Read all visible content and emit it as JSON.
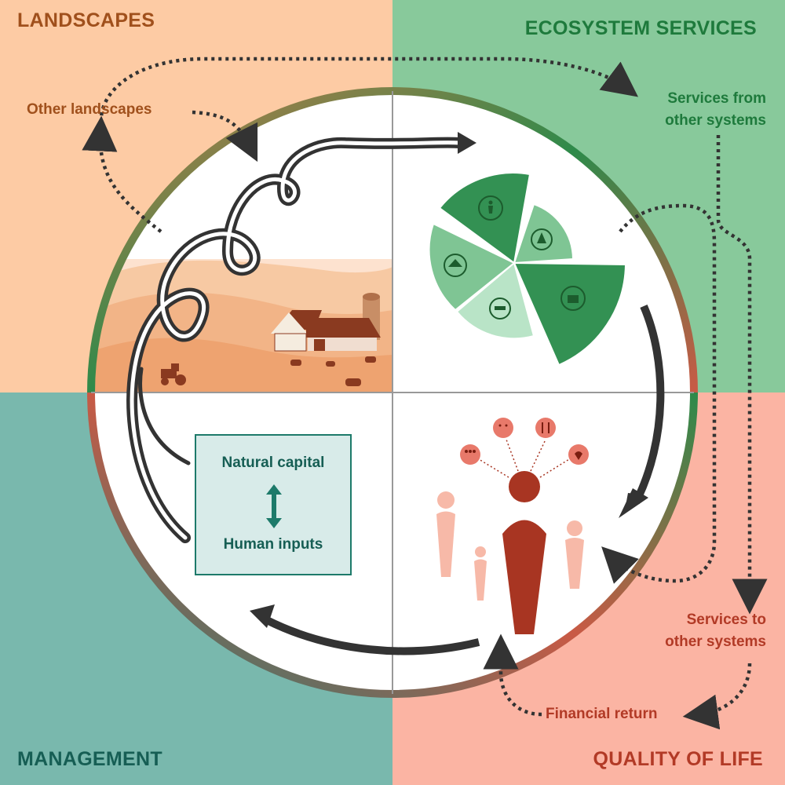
{
  "quadrants": {
    "landscapes": "LANDSCAPES",
    "ecosystem_services": "ECOSYSTEM SERVICES",
    "management": "MANAGEMENT",
    "quality_of_life": "QUALITY OF LIFE"
  },
  "labels": {
    "other_landscapes": "Other landscapes",
    "services_from_line1": "Services from",
    "services_from_line2": "other systems",
    "services_to_line1": "Services to",
    "services_to_line2": "other systems",
    "financial_return": "Financial return"
  },
  "capital_box": {
    "top": "Natural capital",
    "bottom": "Human inputs"
  },
  "colors": {
    "landscapes": "#fdcba4",
    "ecosystem": "#88c99b",
    "management": "#79b8ad",
    "quality": "#fbb4a3",
    "brown_text": "#a0501c",
    "green_text": "#1e7a3c",
    "teal_text": "#165e54",
    "red_text": "#b23a26"
  },
  "icons": [
    "hiker-icon",
    "tree-icon",
    "house-water-icon",
    "faucet-icon",
    "barn-icon",
    "family-icon",
    "smiley-icon",
    "food-icon",
    "heart-icon"
  ]
}
